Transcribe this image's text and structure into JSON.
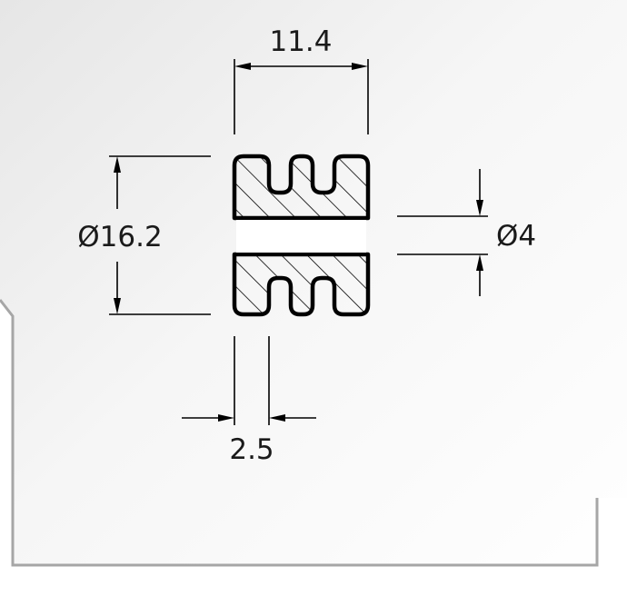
{
  "drawing": {
    "part": "grooved-spacer-section",
    "dimensions": {
      "overall_width": "11.4",
      "outer_diameter": "Ø16.2",
      "bore_diameter": "Ø4",
      "groove_width": "2.5"
    },
    "colors": {
      "line": "#000000",
      "paper": "#ffffff",
      "frame": "#a6a6a6",
      "shadow": "#e9e9e9"
    }
  }
}
